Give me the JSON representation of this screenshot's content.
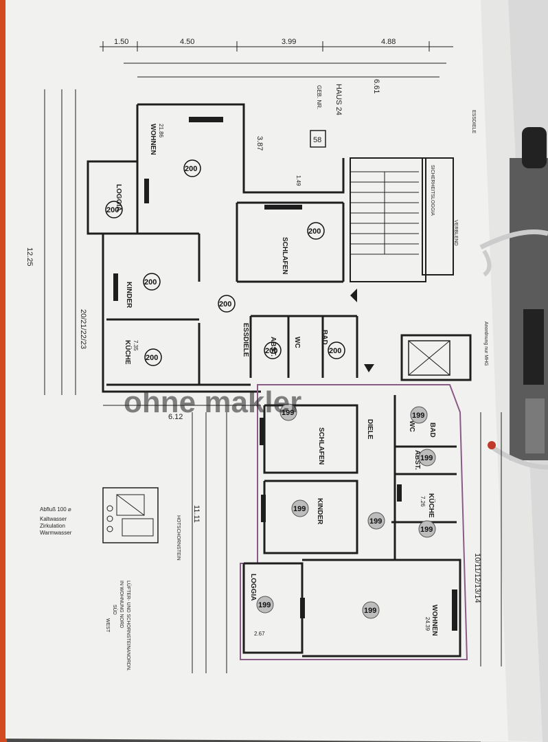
{
  "header": {
    "haus": "HAUS 24",
    "geb_nr_label": "GEB. NR.",
    "geb_nr_value": "58"
  },
  "top_dimensions": [
    "1.50",
    "4.50",
    "3.99",
    "4.88"
  ],
  "side_dimensions": {
    "left_top": "12.25",
    "left_apt_numbers": "20/21/22/23",
    "right_apt_numbers": "10/11/12/13/14",
    "middle_height": "3.87",
    "middle_height2": "1.49",
    "right_top": "6.61",
    "bottom_width": "6.12",
    "left_lower": "11.11"
  },
  "rooms_upper": [
    {
      "name": "WOHNEN",
      "area": "21.86"
    },
    {
      "name": "LOGGIA",
      "area": ""
    },
    {
      "name": "KINDER",
      "area": ""
    },
    {
      "name": "SCHLAFEN",
      "area": ""
    },
    {
      "name": "KÜCHE",
      "area": "7.35"
    },
    {
      "name": "ESSDIELE",
      "area": ""
    },
    {
      "name": "BAD",
      "area": ""
    },
    {
      "name": "WC",
      "area": ""
    },
    {
      "name": "ABST.",
      "area": ""
    }
  ],
  "rooms_lower": [
    {
      "name": "SCHLAFEN",
      "area": ""
    },
    {
      "name": "KINDER",
      "area": ""
    },
    {
      "name": "DIELE",
      "area": ""
    },
    {
      "name": "KÜCHE",
      "area": "7.26"
    },
    {
      "name": "LOGGIA",
      "area": "2.67"
    },
    {
      "name": "WOHNEN",
      "area": "24.39"
    },
    {
      "name": "BAD",
      "area": ""
    },
    {
      "name": "WC",
      "area": ""
    },
    {
      "name": "ABST.",
      "area": ""
    }
  ],
  "stair_labels": [
    "SICHERHEITSLOGGIA",
    "VERBLEND",
    "ESSDIELE"
  ],
  "badges_upper": [
    "200",
    "200",
    "200",
    "200",
    "200",
    "200",
    "200",
    "200"
  ],
  "badges_lower": [
    "199",
    "199",
    "199",
    "199",
    "199",
    "199",
    "199",
    "199"
  ],
  "legend": {
    "title": "Abfluß 100 ⌀",
    "line1": "Kaltwasser",
    "line2": "Zirkulation",
    "line3": "Warmwasser"
  },
  "vertical_notes": {
    "hotschornsteine": "HOTSCHORNSTEIN",
    "luefter": "LÜFTER- UND SCHORNSTEINANORDN.",
    "wohnung": "IN WOHNUNG NORD",
    "sued": "SÜD",
    "west": "WEST",
    "right_label": "Anordnung nur MHG"
  },
  "watermark": "ohne makler",
  "colors": {
    "paper": "#f1f1ef",
    "line": "#1e1e1e",
    "binder": "#bfbfbf",
    "apartment_outline": "#8a5a86"
  }
}
